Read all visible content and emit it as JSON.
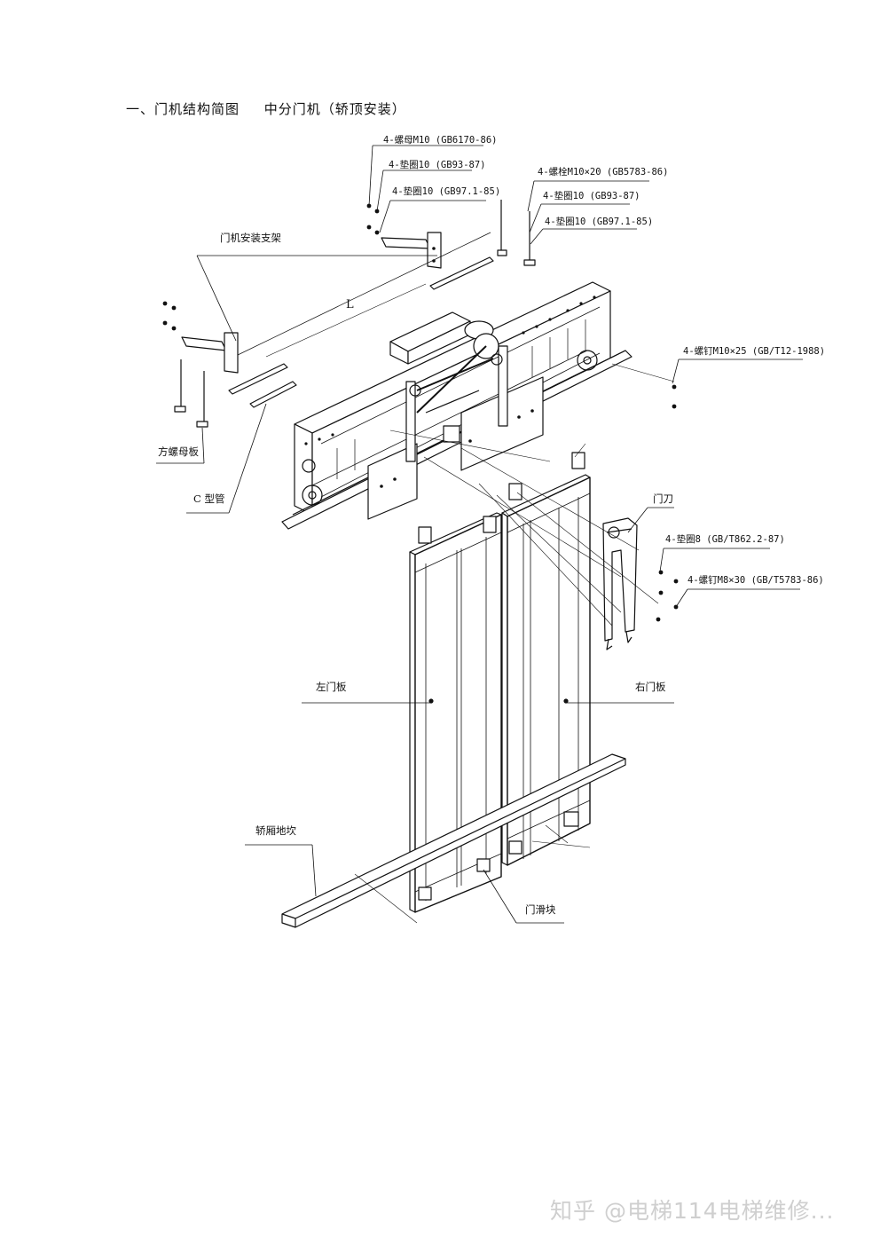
{
  "heading": {
    "title": "一、门机结构简图",
    "subtitle": "中分门机（轿顶安装）"
  },
  "labels": {
    "nut_m10": "4-螺母M10 (GB6170-86)",
    "washer_10a": "4-垫圈10 (GB93-87)",
    "washer_10b": "4-垫圈10 (GB97.1-85)",
    "bolt_m10x20": "4-螺栓M10×20 (GB5783-86)",
    "washer_10c": "4-垫圈10 (GB93-87)",
    "washer_10d": "4-垫圈10 (GB97.1-85)",
    "bracket": "门机安装支架",
    "dim_l": "L",
    "screw_m10x25": "4-螺钉M10×25 (GB/T12-1988)",
    "square_nut_plate": "方螺母板",
    "c_channel": "C 型管",
    "door_knife": "门刀",
    "washer_8": "4-垫圈8 (GB/T862.2-87)",
    "screw_m8x30": "4-螺钉M8×30 (GB/T5783-86)",
    "left_panel": "左门板",
    "right_panel": "右门板",
    "sill": "轿厢地坎",
    "door_slider": "门滑块"
  },
  "watermark": "知乎 @电梯114电梯维修..."
}
